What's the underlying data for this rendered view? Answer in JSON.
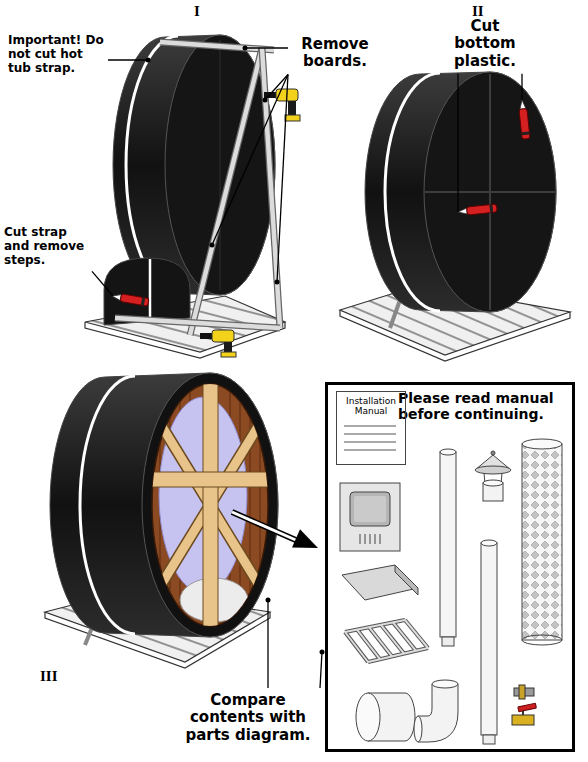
{
  "diagram": {
    "nodes": [
      {
        "text": [
          "Please read manual before continuing."
        ]
      },
      {
        "text": [
          "Installation Manual"
        ],
        "in": 0
      }
    ],
    "labels": [
      "I",
      "II",
      "III",
      "Important! Do not cut hot tub strap.",
      "Remove boards.",
      "Cut strap and remove steps.",
      "Cut bottom plastic.",
      "Compare contents with parts diagram."
    ]
  }
}
